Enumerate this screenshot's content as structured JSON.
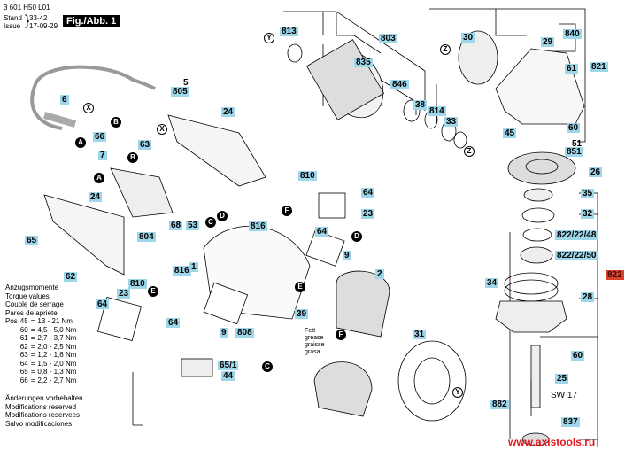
{
  "header": {
    "doc_number": "3 601 H50 L01",
    "stand_label": "Stand",
    "issue_label": "Issue",
    "stand_value": "33-42",
    "issue_value": "17-09-29",
    "figure_label": "Fig./Abb. 1"
  },
  "torque": {
    "titles": [
      "Anzugsmomente",
      "Torque values",
      "Couple de serrage",
      "Pares de apriete"
    ],
    "pos_label": "Pos",
    "rows": [
      {
        "pos": "45",
        "eq": "=",
        "value": "13 - 21 Nm"
      },
      {
        "pos": "60",
        "eq": "=",
        "value": "4,5 - 5,0 Nm"
      },
      {
        "pos": "61",
        "eq": "=",
        "value": "2,7 - 3,7 Nm"
      },
      {
        "pos": "62",
        "eq": "=",
        "value": "2,0 - 2,5 Nm"
      },
      {
        "pos": "63",
        "eq": "=",
        "value": "1,2 - 1,6 Nm"
      },
      {
        "pos": "64",
        "eq": "=",
        "value": "1,5 - 2,0 Nm"
      },
      {
        "pos": "65",
        "eq": "=",
        "value": "0,8 - 1,3 Nm"
      },
      {
        "pos": "66",
        "eq": "=",
        "value": "2,2 - 2,7 Nm"
      }
    ]
  },
  "modifications": [
    "Änderungen vorbehalten",
    "Modifications reserved",
    "Modifications reservees",
    "Salvo modificaciones"
  ],
  "grease_note": [
    "Fett",
    "grease",
    "graisse",
    "grasa"
  ],
  "sw_note": "SW 17",
  "website": "www.axistools.ru",
  "colors": {
    "label_bg": "#9ed6ea",
    "highlight_label_bg": "#d9402e",
    "website": "#e0161c"
  },
  "parts": {
    "p813": "813",
    "p803": "803",
    "p835": "835",
    "p846": "846",
    "p38": "38",
    "p814": "814",
    "p33": "33",
    "p30": "30",
    "p29": "29",
    "p840": "840",
    "p61": "61",
    "p821": "821",
    "p60a": "60",
    "p51": "51",
    "p851": "851",
    "p45": "45",
    "p26": "26",
    "p35": "35",
    "p32": "32",
    "p822_22_48": "822/22/48",
    "p822_22_50": "822/22/50",
    "p34": "34",
    "p28": "28",
    "p822": "822",
    "p60b": "60",
    "p25": "25",
    "p882": "882",
    "p837": "837",
    "p5": "5",
    "p805": "805",
    "p6": "6",
    "p24a": "24",
    "p66": "66",
    "p63": "63",
    "p7": "7",
    "p24b": "24",
    "p65": "65",
    "p62": "62",
    "p804": "804",
    "p68": "68",
    "p53": "53",
    "p810a": "810",
    "p64a": "64",
    "p23a": "23",
    "p816a": "816",
    "p64b": "64",
    "p9a": "9",
    "p2": "2",
    "p1": "1",
    "p816b": "816",
    "p810b": "810",
    "p23b": "23",
    "p64c": "64",
    "p64d": "64",
    "p9b": "9",
    "p808": "808",
    "p39": "39",
    "p31": "31",
    "p65_1": "65/1",
    "p44": "44"
  },
  "connectors": {
    "A1": "A",
    "A2": "A",
    "B1": "B",
    "B2": "B",
    "C1": "C",
    "C2": "C",
    "D1": "D",
    "D2": "D",
    "E1": "E",
    "E2": "E",
    "F1": "F",
    "F2": "F",
    "X1": "X",
    "X2": "X",
    "Y1": "Y",
    "Y2": "Y",
    "Z1": "Z",
    "Z2": "Z"
  }
}
